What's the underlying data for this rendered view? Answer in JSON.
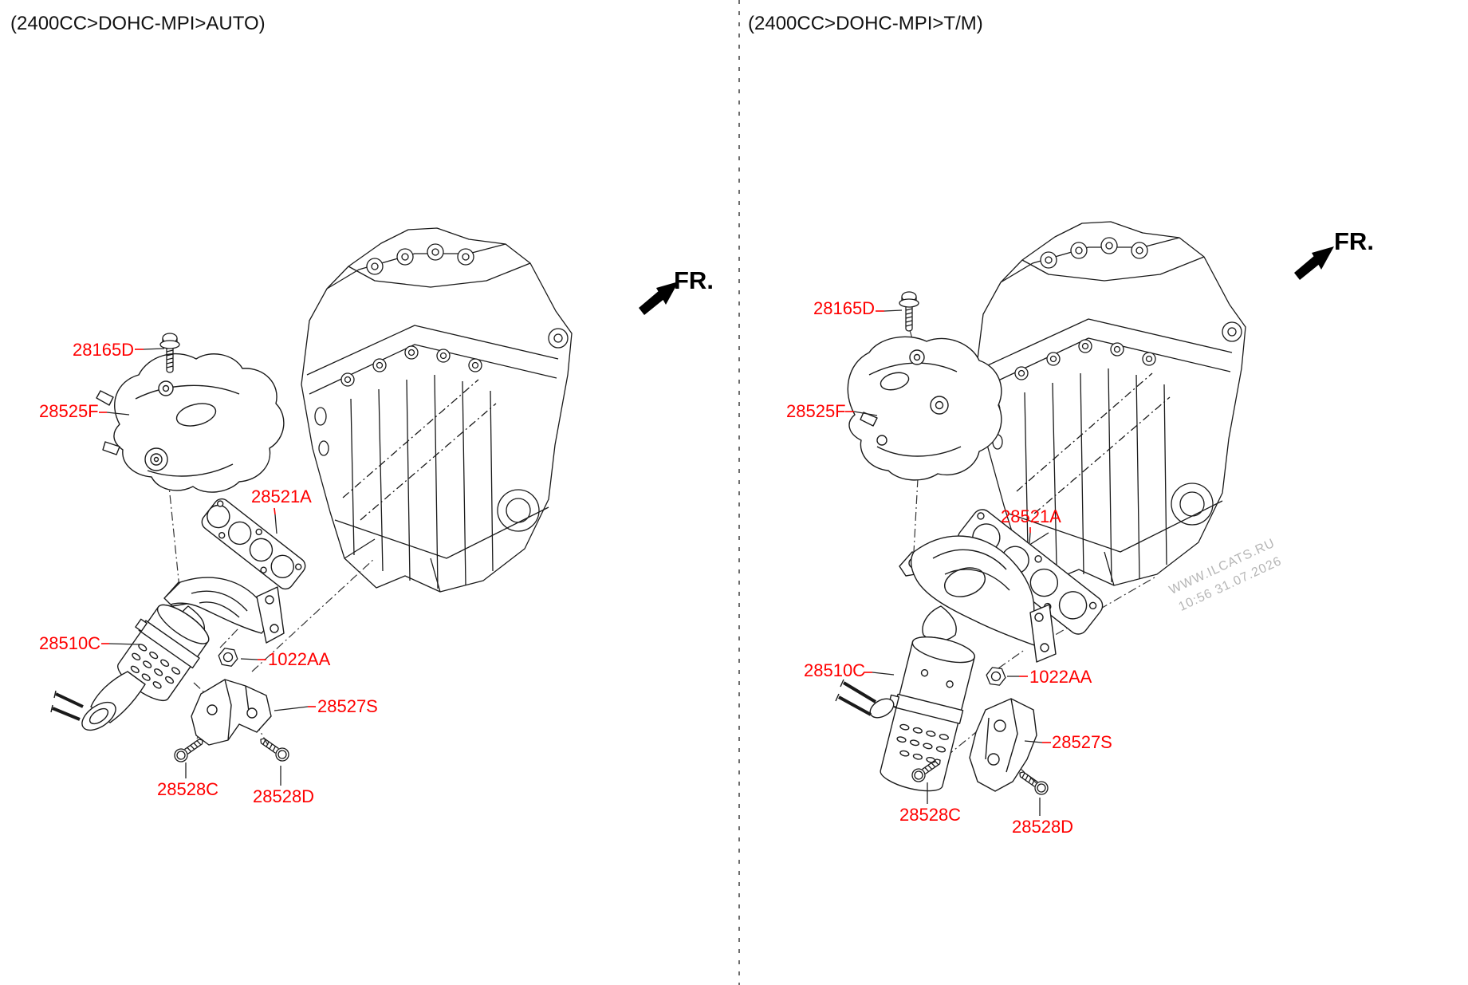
{
  "colors": {
    "label_red": "#ff0000",
    "line_black": "#1a1a1a",
    "divider_gray": "#6e6e6e",
    "watermark_gray": "#b5b5b5"
  },
  "panels": [
    {
      "title": "(2400CC>DOHC-MPI>AUTO)",
      "fr_label": "FR.",
      "labels": [
        {
          "text": "28165D"
        },
        {
          "text": "28525F"
        },
        {
          "text": "28521A"
        },
        {
          "text": "28510C"
        },
        {
          "text": "1022AA"
        },
        {
          "text": "28527S"
        },
        {
          "text": "28528C"
        },
        {
          "text": "28528D"
        }
      ]
    },
    {
      "title": "(2400CC>DOHC-MPI>T/M)",
      "fr_label": "FR.",
      "labels": [
        {
          "text": "28165D"
        },
        {
          "text": "28525F"
        },
        {
          "text": "28521A"
        },
        {
          "text": "28510C"
        },
        {
          "text": "1022AA"
        },
        {
          "text": "28527S"
        },
        {
          "text": "28528C"
        },
        {
          "text": "28528D"
        }
      ]
    }
  ],
  "watermark": {
    "line1": "WWW.ILCATS.RU",
    "line2": "10:56 31.07.2026"
  }
}
